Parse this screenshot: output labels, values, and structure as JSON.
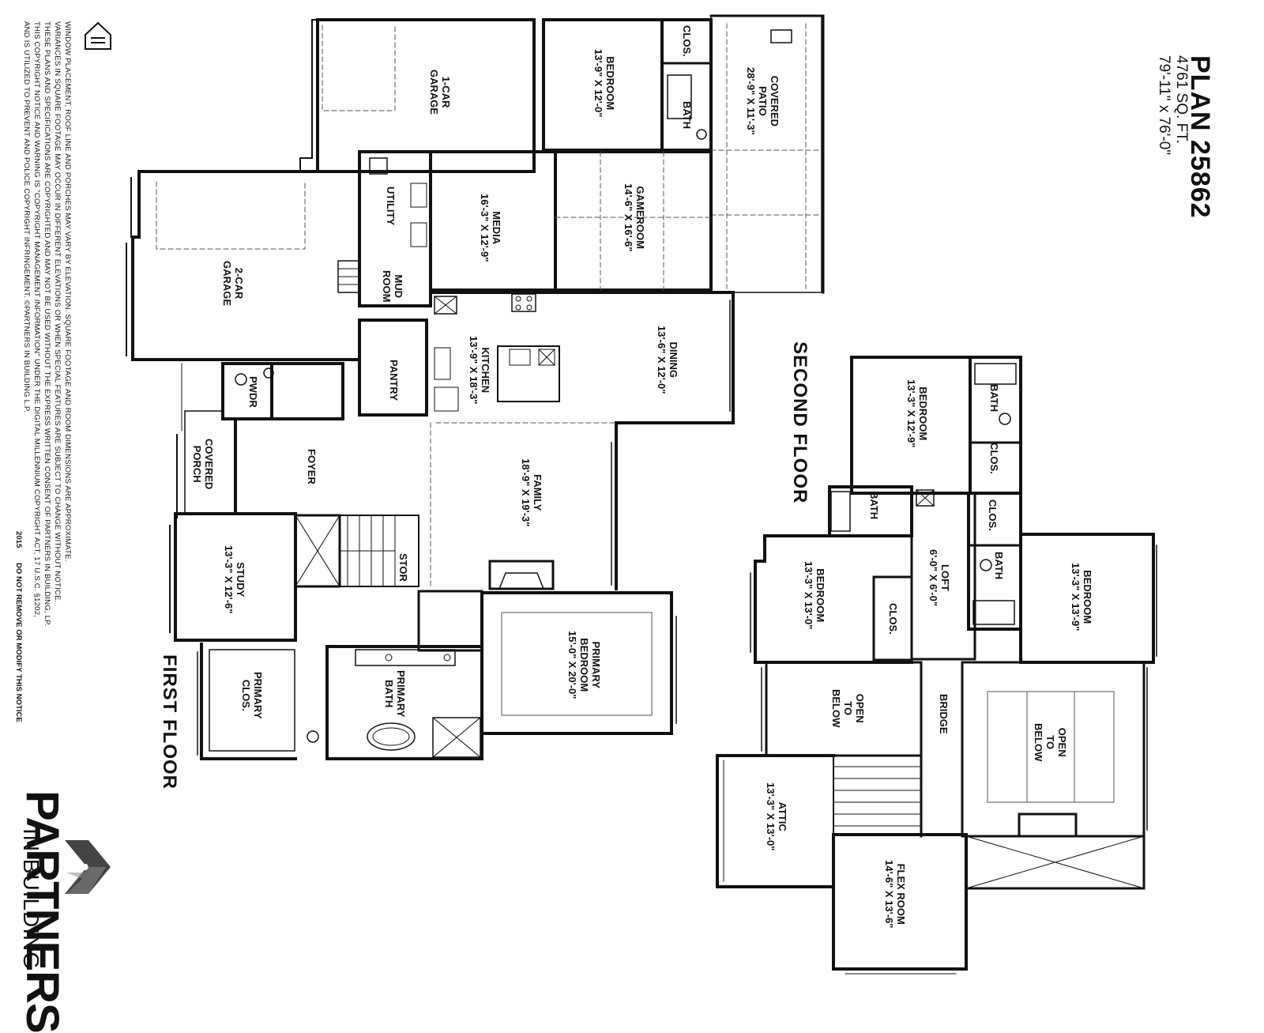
{
  "header": {
    "plan_title": "PLAN 25862",
    "sq_ft": "4761 SQ. FT.",
    "dimensions": "79'-11\" x 76'-0\""
  },
  "first_floor": {
    "title": "FIRST FLOOR",
    "rooms": {
      "one_car_garage": {
        "name": "1-CAR GARAGE",
        "lines": [
          "1-CAR",
          "GARAGE"
        ]
      },
      "two_car_garage": {
        "name": "2-CAR GARAGE",
        "lines": [
          "2-CAR",
          "GARAGE"
        ]
      },
      "bedroom": {
        "name": "BEDROOM",
        "dim": "13'-9\" X 12'-0\""
      },
      "clos": {
        "name": "CLOS."
      },
      "bath": {
        "name": "BATH"
      },
      "covered_patio": {
        "name": "COVERED PATIO",
        "lines": [
          "COVERED",
          "PATIO"
        ],
        "dim": "28'-9\" X 11'-3\""
      },
      "utility": {
        "name": "UTILITY"
      },
      "media": {
        "name": "MEDIA",
        "dim": "16'-3\" X 12'-9\""
      },
      "gameroom": {
        "name": "GAMEROOM",
        "dim": "14'-6\" X 16'-6\""
      },
      "mud_room": {
        "name": "MUD ROOM",
        "lines": [
          "MUD",
          "ROOM"
        ]
      },
      "kitchen": {
        "name": "KITCHEN",
        "dim": "13'-9\" X 18'-3\""
      },
      "dining": {
        "name": "DINING",
        "dim": "13'-6\" X 12'-0\""
      },
      "pwdr": {
        "name": "PWDR"
      },
      "pantry": {
        "name": "PANTRY"
      },
      "covered_porch": {
        "name": "COVERED PORCH",
        "lines": [
          "COVERED",
          "PORCH"
        ]
      },
      "foyer": {
        "name": "FOYER"
      },
      "family": {
        "name": "FAMILY",
        "dim": "18'-9\" X 19'-3\""
      },
      "study": {
        "name": "STUDY",
        "dim": "13'-3\" X 12'-6\""
      },
      "stor": {
        "name": "STOR"
      },
      "primary_bedroom": {
        "name": "PRIMARY BEDROOM",
        "lines": [
          "PRIMARY",
          "BEDROOM"
        ],
        "dim": "15'-0\" X 20'-0\""
      },
      "primary_bath": {
        "name": "PRIMARY BATH",
        "lines": [
          "PRIMARY",
          "BATH"
        ]
      },
      "primary_clos": {
        "name": "PRIMARY CLOS.",
        "lines": [
          "PRIMARY",
          "CLOS."
        ]
      }
    }
  },
  "second_floor": {
    "title": "SECOND FLOOR",
    "rooms": {
      "bedroom_a": {
        "name": "BEDROOM",
        "dim": "13'-3\" X 12'-9\""
      },
      "bath_a": {
        "name": "BATH"
      },
      "clos_a": {
        "name": "CLOS."
      },
      "bath_b": {
        "name": "BATH"
      },
      "clos_b": {
        "name": "CLOS."
      },
      "loft": {
        "name": "LOFT",
        "dim": "6'-0\" X 6'-0\""
      },
      "bath_c": {
        "name": "BATH"
      },
      "bedroom_b": {
        "name": "BEDROOM",
        "dim": "13'-3\" X 13'-0\""
      },
      "clos_c": {
        "name": "CLOS."
      },
      "bedroom_c": {
        "name": "BEDROOM",
        "dim": "13'-3\" X 13'-9\""
      },
      "open_below_1": {
        "name": "OPEN TO BELOW",
        "lines": [
          "OPEN",
          "TO",
          "BELOW"
        ]
      },
      "bridge": {
        "name": "BRIDGE"
      },
      "open_below_2": {
        "name": "OPEN TO BELOW",
        "lines": [
          "OPEN",
          "TO",
          "BELOW"
        ]
      },
      "attic": {
        "name": "ATTIC",
        "dim": "13'-3\" X 13'-0\""
      },
      "flex_room": {
        "name": "FLEX ROOM",
        "dim": "14'-6\" X 13'-6\""
      }
    }
  },
  "disclaimer": {
    "lines": [
      "WINDOW PLACEMENT, ROOF LINE AND PORCHES MAY VARY BY ELEVATION. SQUARE FOOTAGE AND ROOM DIMENSIONS ARE APPROXIMATE.",
      "VARIANCES IN SQUARE FOOTAGE MAY OCCUR IN DIFFERENT ELEVATIONS OR WHEN SPECIAL FEATURES ARE SUBJECT TO CHANGE WITHOUT NOTICE.",
      "THESE PLANS AND SPECIFICATIONS ARE COPYRIGHTED AND MAY NOT BE USED WITHOUT THE EXPRESS WRITTEN CONSENT OF PARTNERS IN BUILDING, LP.",
      "THIS COPYRIGHT NOTICE AND WARNING IS \"COPYRIGHT MANAGEMENT INFORMATION\" UNDER THE DIGITAL MILLENNIUM COPYRIGHT ACT, 17 U.S.C. §1202,",
      "AND IS UTILIZED TO PREVENT AND POLICE COPYRIGHT INFRINGEMENT. ©PARTNERS IN BUILDING L.P."
    ],
    "year": "2015",
    "notice": "DO NOT REMOVE OR MODIFY THIS NOTICE"
  },
  "brand": {
    "name": "PARTNERS",
    "tagline": "IN BUILDING"
  },
  "colors": {
    "wall": "#111111",
    "thin": "#333333",
    "dashed": "#555555",
    "logo_gray": "#8a8a8a",
    "logo_dark": "#444444"
  },
  "icons": {
    "equal_housing": "equal-housing-icon",
    "brand_chevron": "chevron-logo-icon"
  }
}
